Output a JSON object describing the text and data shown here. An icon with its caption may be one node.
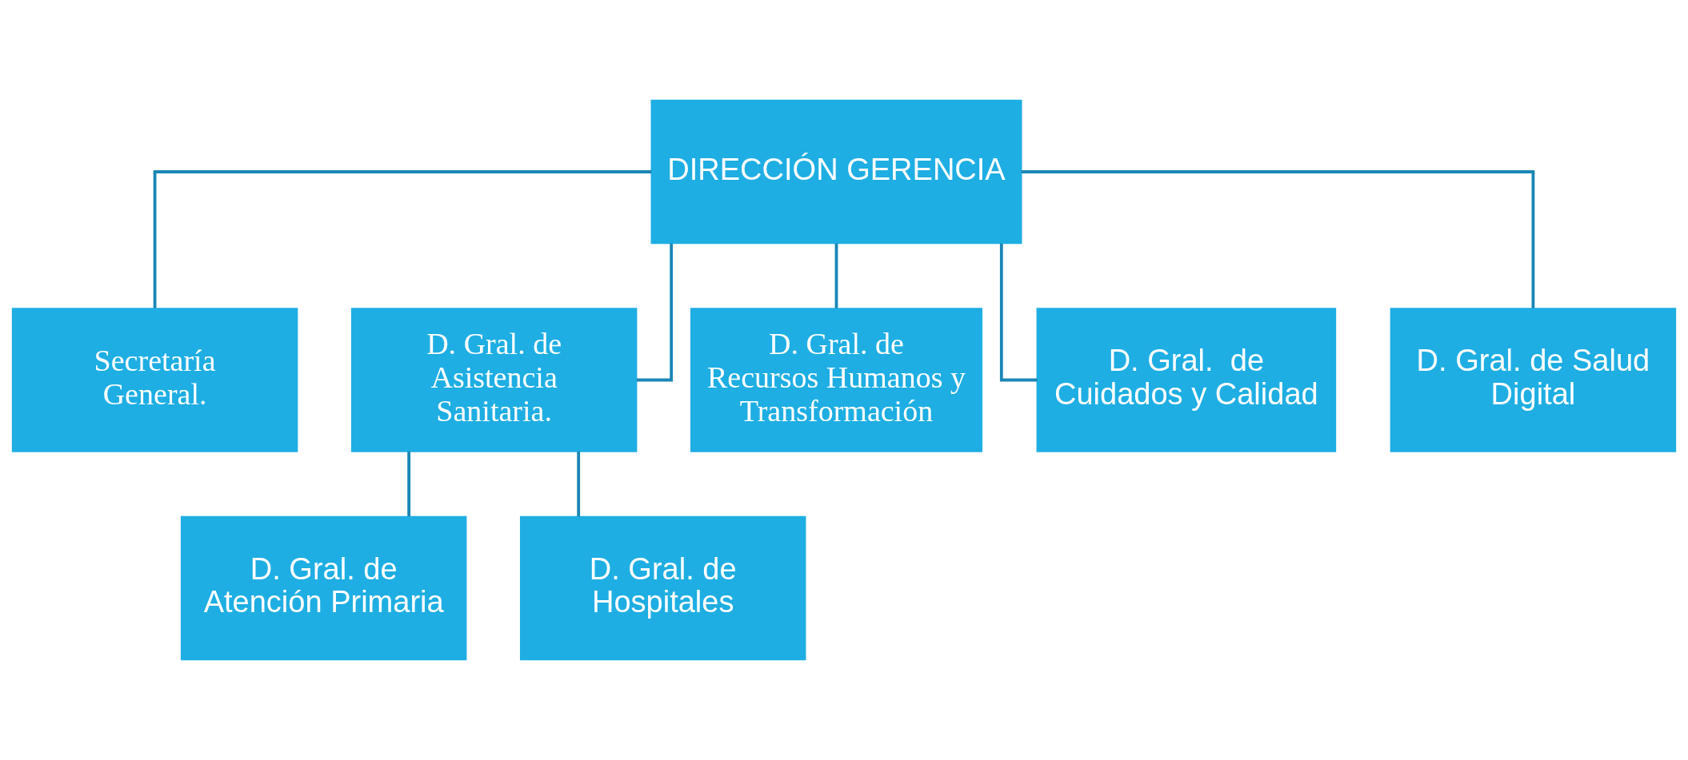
{
  "diagram": {
    "nodes": [
      {
        "text": [
          "DIRECCIÓN GERENCIA"
        ]
      },
      {
        "text": [
          "Secretaría General."
        ]
      },
      {
        "text": [
          "D. Gral. de Asistencia Sanitaria."
        ]
      },
      {
        "text": [
          "D. Gral. de Recursos Humanos y Transformación"
        ]
      },
      {
        "text": [
          "D. Gral.  de Cuidados y Calidad"
        ]
      },
      {
        "text": [
          "D. Gral. de Salud Digital"
        ]
      },
      {
        "text": [
          "D. Gral. de Atención Primaria"
        ]
      },
      {
        "text": [
          "D. Gral. de Hospitales"
        ]
      }
    ],
    "edges": [
      {
        "from": 0,
        "to": 1,
        "arrow": "none"
      },
      {
        "from": 0,
        "to": 2,
        "arrow": "none"
      },
      {
        "from": 0,
        "to": 3,
        "arrow": "none"
      },
      {
        "from": 0,
        "to": 4,
        "arrow": "none"
      },
      {
        "from": 0,
        "to": 5,
        "arrow": "none"
      },
      {
        "from": 2,
        "to": 6,
        "arrow": "none"
      },
      {
        "from": 2,
        "to": 7,
        "arrow": "none"
      }
    ]
  }
}
